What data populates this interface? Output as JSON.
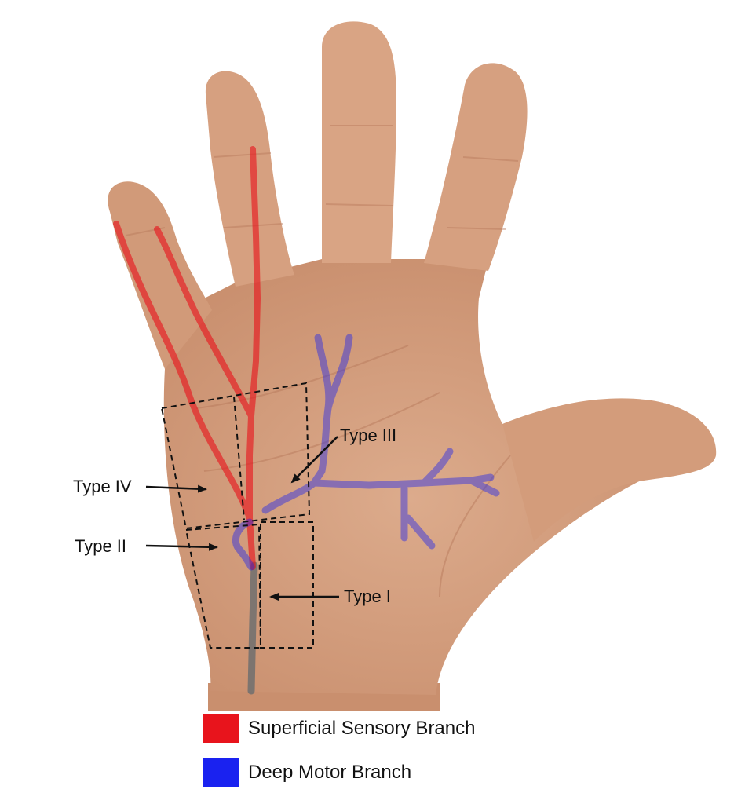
{
  "labels": {
    "type_iv": "Type IV",
    "type_ii": "Type II",
    "type_iii": "Type III",
    "type_i": "Type I"
  },
  "legend": [
    {
      "label": "Superficial Sensory Branch",
      "color": "#e8141c"
    },
    {
      "label": "Deep Motor Branch",
      "color": "#1a22f0"
    }
  ],
  "colors": {
    "superficial_sensory_branch": "#e8141c",
    "deep_motor_branch": "#1a22f0",
    "skin": "#d8a585",
    "skin_shadow": "#c48a6a"
  }
}
